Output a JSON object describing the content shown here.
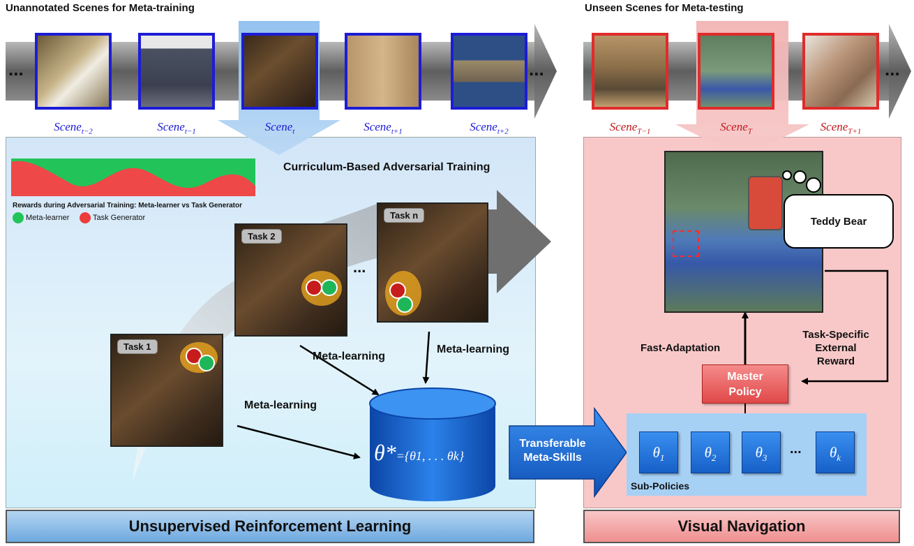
{
  "left_header": "Unannotated Scenes for Meta-training",
  "right_header": "Unseen Scenes for Meta-testing",
  "ellipsis": "...",
  "left_scenes": [
    {
      "base": "Scene",
      "sub": "t−2"
    },
    {
      "base": "Scene",
      "sub": "t−1"
    },
    {
      "base": "Scene",
      "sub": "t"
    },
    {
      "base": "Scene",
      "sub": "t+1"
    },
    {
      "base": "Scene",
      "sub": "t+2"
    }
  ],
  "right_scenes": [
    {
      "base": "Scene",
      "sub": "T−1"
    },
    {
      "base": "Scene",
      "sub": "T"
    },
    {
      "base": "Scene",
      "sub": "T+1"
    }
  ],
  "curriculum_title": "Curriculum-Based Adversarial Training",
  "rewards_caption": "Rewards during Adversarial Training: Meta-learner vs Task Generator",
  "legend": [
    {
      "label": "Meta-learner",
      "color": "#22c45a"
    },
    {
      "label": "Task Generator",
      "color": "#ee3b3b"
    }
  ],
  "tasks": [
    "Task 1",
    "Task 2",
    "Task n"
  ],
  "meta_learning_label": "Meta-learning",
  "theta_star": "θ*",
  "theta_set": "={θ1, . . . θk}",
  "transfer_label_1": "Transferable",
  "transfer_label_2": "Meta-Skills",
  "teddy_bear": "Teddy Bear",
  "fast_adaptation": "Fast-Adaptation",
  "task_specific": [
    "Task-Specific",
    "External",
    "Reward"
  ],
  "master_policy": [
    "Master",
    "Policy"
  ],
  "sub_policies_label": "Sub-Policies",
  "sub_policies": [
    {
      "base": "θ",
      "sub": "1"
    },
    {
      "base": "θ",
      "sub": "2"
    },
    {
      "base": "θ",
      "sub": "3"
    },
    {
      "base": "θ",
      "sub": "k"
    }
  ],
  "left_footer": "Unsupervised Reinforcement Learning",
  "right_footer": "Visual Navigation",
  "colors": {
    "left_panel": "#d7ecfb",
    "right_panel": "#f7c6c6",
    "blue_frame": "#1c1cd6",
    "red_frame": "#e02b2b",
    "master_policy": "#f06a6a",
    "cylinder": "#1f6ed8"
  }
}
